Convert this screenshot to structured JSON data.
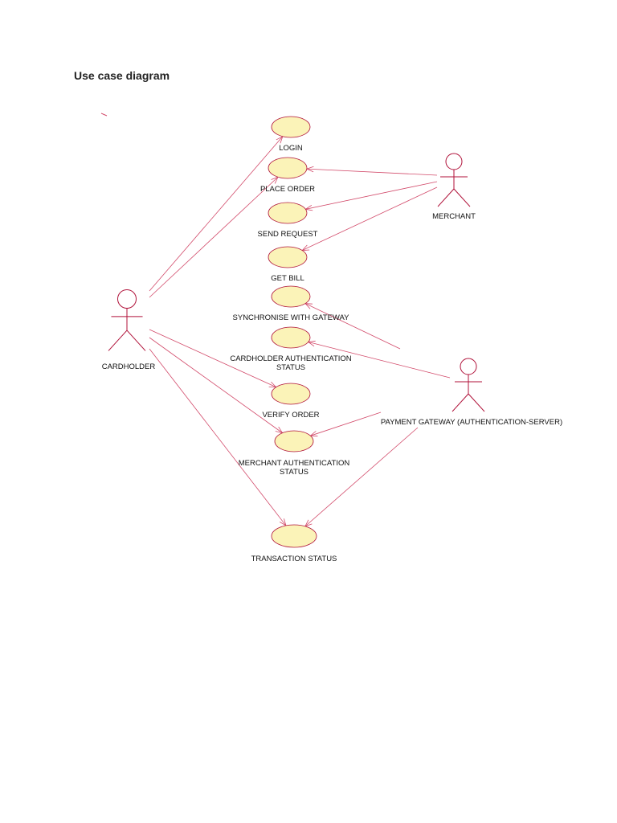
{
  "title": "Use case diagram",
  "colors": {
    "ellipse_fill": "#fbf3b8",
    "ellipse_stroke": "#b0123a",
    "line": "#d24a6a",
    "actor": "#b0123a"
  },
  "actors": [
    {
      "id": "cardholder",
      "label": "CARDHOLDER"
    },
    {
      "id": "merchant",
      "label": "MERCHANT"
    },
    {
      "id": "gateway",
      "label": "PAYMENT GATEWAY (AUTHENTICATION-SERVER)"
    }
  ],
  "use_cases": [
    {
      "id": "login",
      "label": [
        "LOGIN"
      ]
    },
    {
      "id": "place_order",
      "label": [
        "PLACE ORDER"
      ]
    },
    {
      "id": "send_request",
      "label": [
        "SEND REQUEST"
      ]
    },
    {
      "id": "get_bill",
      "label": [
        "GET BILL"
      ]
    },
    {
      "id": "sync_gateway",
      "label": [
        "SYNCHRONISE WITH GATEWAY"
      ]
    },
    {
      "id": "cardholder_auth",
      "label": [
        "CARDHOLDER AUTHENTICATION",
        "STATUS"
      ]
    },
    {
      "id": "verify_order",
      "label": [
        "VERIFY ORDER"
      ]
    },
    {
      "id": "merchant_auth",
      "label": [
        "MERCHANT AUTHENTICATION",
        "STATUS"
      ]
    },
    {
      "id": "transaction_status",
      "label": [
        "TRANSACTION STATUS"
      ]
    }
  ],
  "associations": [
    {
      "from": "cardholder",
      "to": "login"
    },
    {
      "from": "cardholder",
      "to": "place_order"
    },
    {
      "from": "cardholder",
      "to": "verify_order"
    },
    {
      "from": "cardholder",
      "to": "merchant_auth"
    },
    {
      "from": "cardholder",
      "to": "transaction_status"
    },
    {
      "from": "merchant",
      "to": "place_order"
    },
    {
      "from": "merchant",
      "to": "send_request"
    },
    {
      "from": "merchant",
      "to": "get_bill"
    },
    {
      "from": "gateway",
      "to": "sync_gateway"
    },
    {
      "from": "gateway",
      "to": "cardholder_auth"
    },
    {
      "from": "gateway",
      "to": "merchant_auth"
    },
    {
      "from": "gateway",
      "to": "transaction_status"
    }
  ]
}
